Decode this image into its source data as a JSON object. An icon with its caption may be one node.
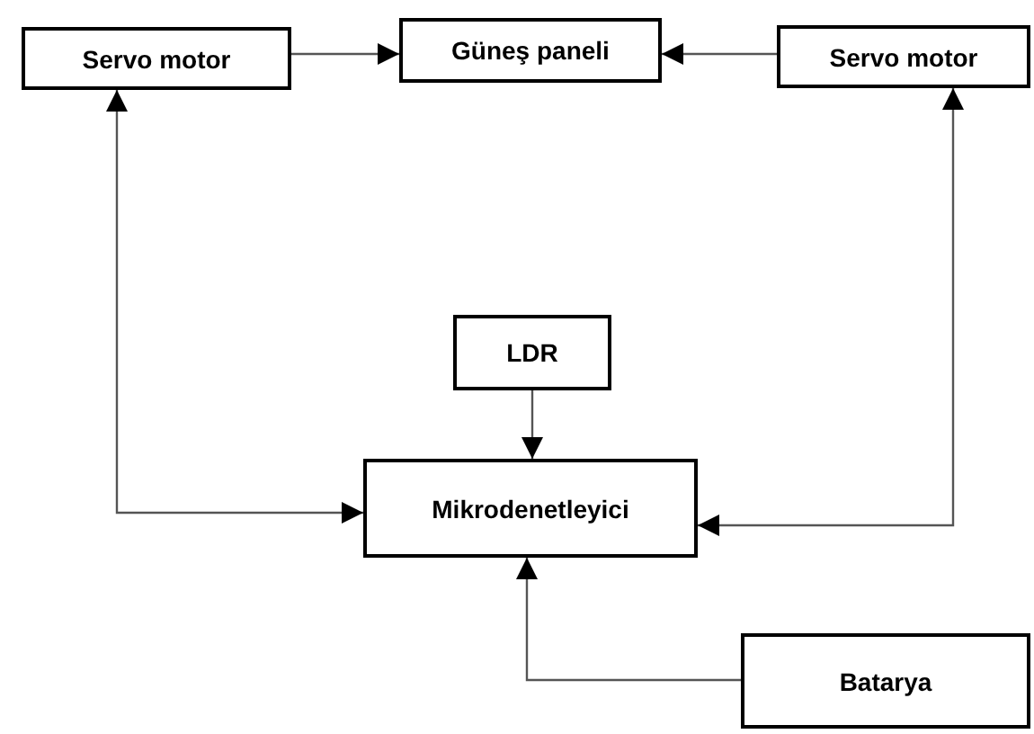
{
  "diagram": {
    "nodes": [
      {
        "text": [
          "Servo motor"
        ]
      },
      {
        "text": [
          "Güneş paneli"
        ]
      },
      {
        "text": [
          "Servo motor"
        ]
      },
      {
        "text": [
          "LDR"
        ]
      },
      {
        "text": [
          "Mikrodenetleyici"
        ]
      },
      {
        "text": [
          "Batarya"
        ]
      }
    ],
    "edges": [
      {
        "from": 0,
        "to": 1,
        "arrow": "to"
      },
      {
        "from": 2,
        "to": 1,
        "arrow": "to"
      },
      {
        "from": 3,
        "to": 4,
        "arrow": "to"
      },
      {
        "from": 0,
        "to": 4,
        "arrow": "both"
      },
      {
        "from": 2,
        "to": 4,
        "arrow": "both"
      },
      {
        "from": 5,
        "to": 4,
        "arrow": "to"
      }
    ]
  }
}
